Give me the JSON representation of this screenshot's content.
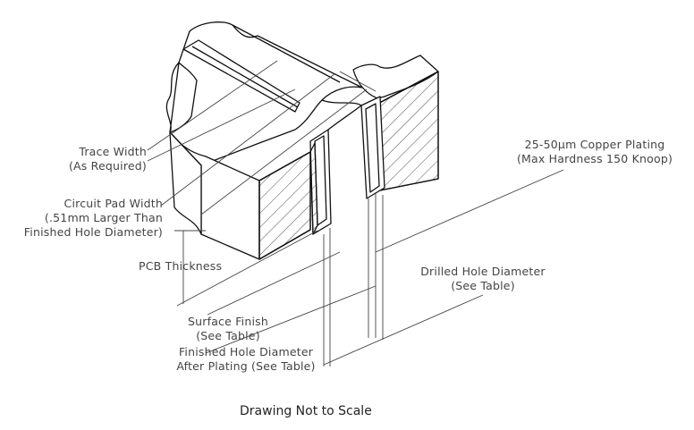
{
  "callouts": {
    "trace_width": [
      "Trace Width",
      "(As Required)"
    ],
    "circuit_pad_width": [
      "Circuit Pad Width",
      "(.51mm Larger Than",
      "Finished Hole Diameter)"
    ],
    "pcb_thickness": [
      "PCB Thickness"
    ],
    "surface_finish": [
      "Surface Finish",
      "(See Table)"
    ],
    "finished_hole_diameter": [
      "Finished Hole Diameter",
      "After Plating (See Table)"
    ],
    "copper_plating": [
      "25-50µm Copper Plating",
      "(Max Hardness 150 Knoop)"
    ],
    "drilled_hole_diameter": [
      "Drilled Hole Diameter",
      "(See Table)"
    ]
  },
  "caption": "Drawing Not to Scale"
}
